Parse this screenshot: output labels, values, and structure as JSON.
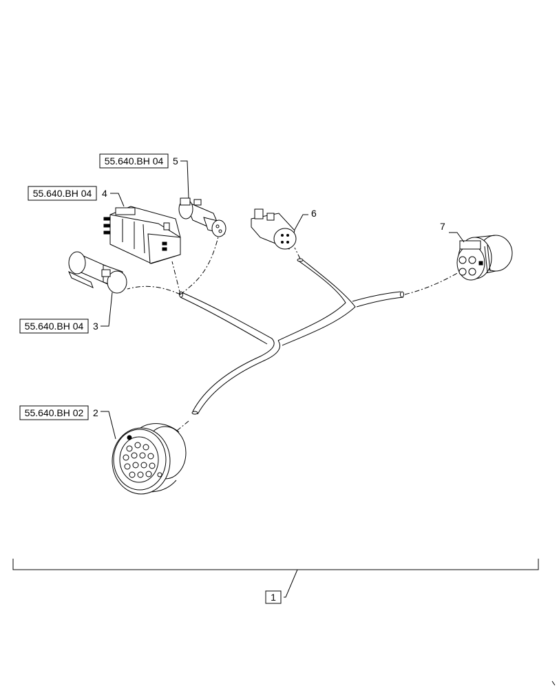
{
  "callouts": {
    "c1": {
      "ref": "",
      "number": "1"
    },
    "c2": {
      "ref": "55.640.BH 02",
      "number": "2"
    },
    "c3": {
      "ref": "55.640.BH 04",
      "number": "3"
    },
    "c4": {
      "ref": "55.640.BH 04",
      "number": "4"
    },
    "c5": {
      "ref": "55.640.BH 04",
      "number": "5"
    },
    "c6": {
      "ref": "",
      "number": "6"
    },
    "c7": {
      "ref": "",
      "number": "7"
    }
  }
}
